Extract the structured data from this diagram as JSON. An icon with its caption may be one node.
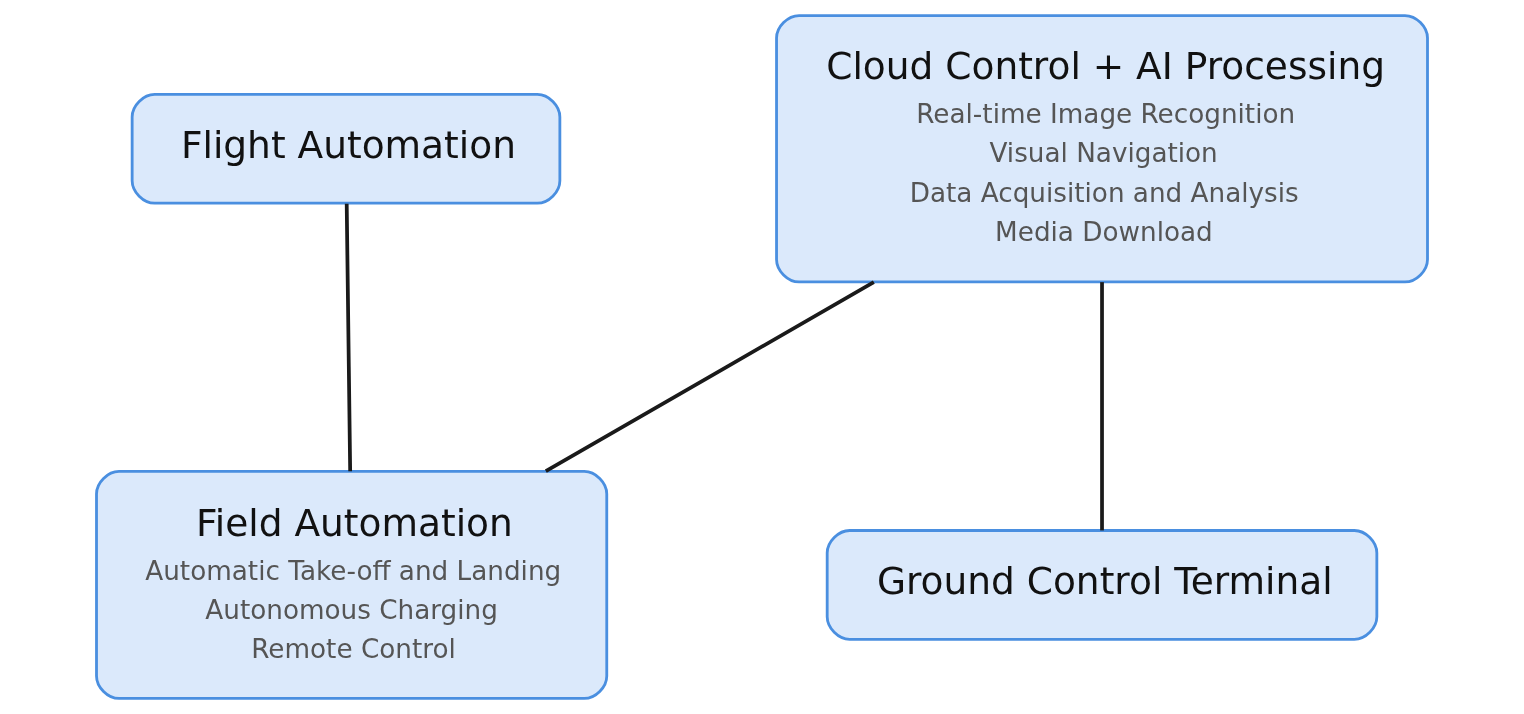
{
  "diagram": {
    "nodes": [
      {
        "text": [
          "Flight Automation"
        ]
      },
      {
        "text": [
          "Cloud Control + AI Processing",
          "Real-time Image Recognition",
          "Visual Navigation",
          "Data Acquisition and Analysis",
          "Media Download"
        ]
      },
      {
        "text": [
          "Field Automation",
          "Automatic Take-off and Landing",
          "Autonomous Charging",
          "Remote Control"
        ]
      },
      {
        "text": [
          "Ground Control Terminal"
        ]
      }
    ],
    "edges": [
      {
        "from": 0,
        "to": 2,
        "arrow": "none"
      },
      {
        "from": 1,
        "to": 2,
        "arrow": "none"
      },
      {
        "from": 1,
        "to": 3,
        "arrow": "none"
      }
    ]
  }
}
